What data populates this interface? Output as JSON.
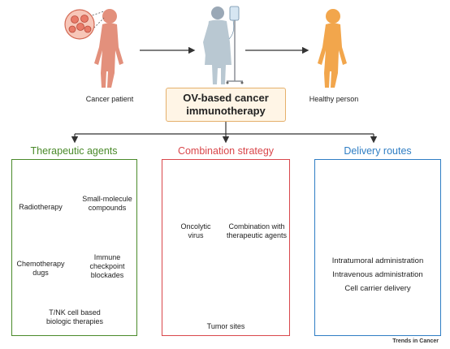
{
  "top": {
    "cancer_patient": "Cancer patient",
    "healthy_person": "Healthy person",
    "center_line1": "OV-based cancer",
    "center_line2": "immunotherapy"
  },
  "panels": {
    "therapeutic": {
      "title": "Therapeutic agents",
      "color": "#4a8a2a",
      "items": {
        "radiotherapy": "Radiotherapy",
        "small_molecule": [
          "Small-molecule",
          "compounds"
        ],
        "chemotherapy": [
          "Chemotherapy",
          "dugs"
        ],
        "checkpoint": [
          "Immune",
          "checkpoint",
          "blockades"
        ],
        "tnk": [
          "T/NK cell based",
          "biologic therapies"
        ]
      }
    },
    "combination": {
      "title": "Combination strategy",
      "color": "#d9474b",
      "items": {
        "oncolytic": [
          "Oncolytic",
          "virus"
        ],
        "combination_with": [
          "Combination with",
          "therapeutic agents"
        ],
        "tumor_sites": "Tumor sites"
      }
    },
    "delivery": {
      "title": "Delivery routes",
      "color": "#2f7ec4",
      "items": {
        "intratumoral": "Intratumoral administration",
        "intravenous": "Intravenous administration",
        "cell_carrier": "Cell carrier delivery"
      }
    }
  },
  "footer": {
    "journal": "Trends in Cancer"
  }
}
